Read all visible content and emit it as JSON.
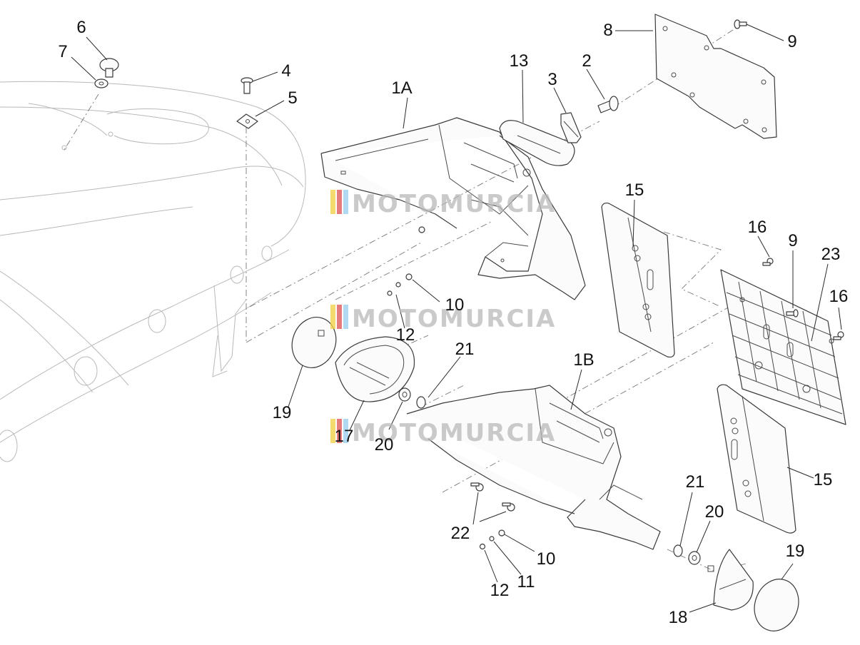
{
  "watermark": {
    "text": "MOTOMURCIA",
    "stripe_colors": [
      "#f2d24b",
      "#e05a5a",
      "#9fd0ef"
    ]
  },
  "callouts": [
    {
      "id": "c6",
      "label": "6"
    },
    {
      "id": "c7",
      "label": "7"
    },
    {
      "id": "c4",
      "label": "4"
    },
    {
      "id": "c5",
      "label": "5"
    },
    {
      "id": "c1A",
      "label": "1A"
    },
    {
      "id": "c13",
      "label": "13"
    },
    {
      "id": "c3",
      "label": "3"
    },
    {
      "id": "c2",
      "label": "2"
    },
    {
      "id": "c8",
      "label": "8"
    },
    {
      "id": "c9a",
      "label": "9"
    },
    {
      "id": "c15a",
      "label": "15"
    },
    {
      "id": "c16a",
      "label": "16"
    },
    {
      "id": "c9b",
      "label": "9"
    },
    {
      "id": "c23",
      "label": "23"
    },
    {
      "id": "c16b",
      "label": "16"
    },
    {
      "id": "c10a",
      "label": "10"
    },
    {
      "id": "c12a",
      "label": "12"
    },
    {
      "id": "c21a",
      "label": "21"
    },
    {
      "id": "c1B",
      "label": "1B"
    },
    {
      "id": "c19a",
      "label": "19"
    },
    {
      "id": "c17",
      "label": "17"
    },
    {
      "id": "c20a",
      "label": "20"
    },
    {
      "id": "c22",
      "label": "22"
    },
    {
      "id": "c10b",
      "label": "10"
    },
    {
      "id": "c11",
      "label": "11"
    },
    {
      "id": "c12b",
      "label": "12"
    },
    {
      "id": "c21b",
      "label": "21"
    },
    {
      "id": "c20b",
      "label": "20"
    },
    {
      "id": "c15b",
      "label": "15"
    },
    {
      "id": "c19b",
      "label": "19"
    },
    {
      "id": "c18",
      "label": "18"
    }
  ]
}
